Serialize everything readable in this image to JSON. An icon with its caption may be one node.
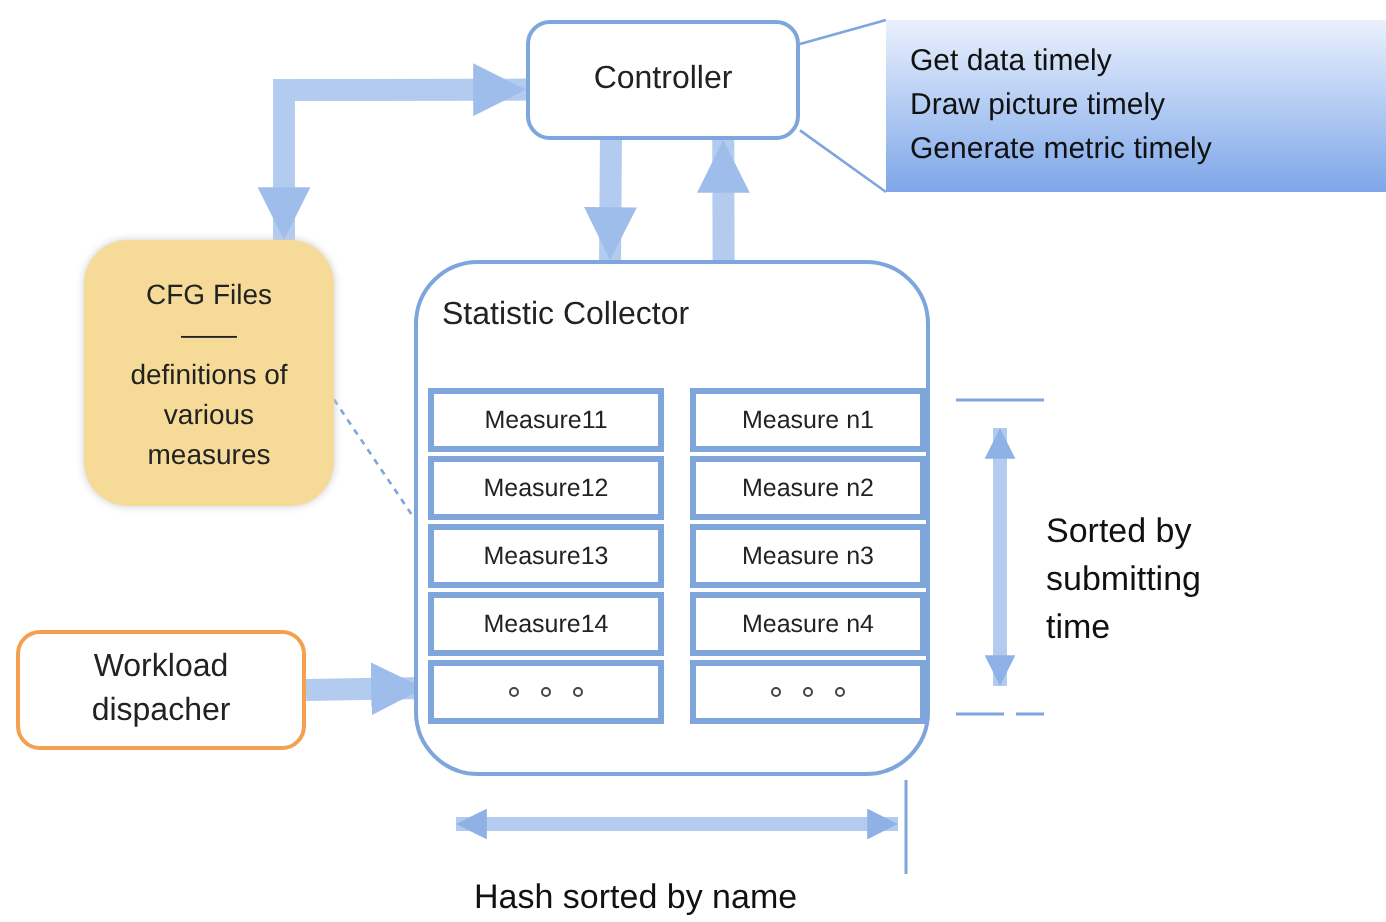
{
  "diagram": {
    "nodes": [
      {
        "text": [
          "Controller"
        ]
      },
      {
        "text": [
          "Get data timely",
          "Draw picture timely",
          "Generate metric timely"
        ]
      },
      {
        "text": [
          "CFG Files",
          "——",
          "definitions of various measures"
        ]
      },
      {
        "text": [
          "Statistic Collector"
        ]
      },
      {
        "text": [
          "Measure11"
        ],
        "in": 3
      },
      {
        "text": [
          "Measure12"
        ],
        "in": 3
      },
      {
        "text": [
          "Measure13"
        ],
        "in": 3
      },
      {
        "text": [
          "Measure14"
        ],
        "in": 3
      },
      {
        "text": [],
        "shape": "box",
        "in": 3
      },
      {
        "text": [
          "Measure n1"
        ],
        "in": 3
      },
      {
        "text": [
          "Measure n2"
        ],
        "in": 3
      },
      {
        "text": [
          "Measure n3"
        ],
        "in": 3
      },
      {
        "text": [
          "Measure n4"
        ],
        "in": 3
      },
      {
        "text": [],
        "shape": "box",
        "in": 3
      },
      {
        "text": [
          "Workload dispacher"
        ]
      }
    ],
    "edges": [
      {
        "from": 2,
        "to": 0,
        "arrow": "both"
      },
      {
        "from": 0,
        "to": 3,
        "arrow": "to"
      },
      {
        "from": 3,
        "to": 0,
        "arrow": "to"
      },
      {
        "from": 14,
        "to": 8,
        "arrow": "to"
      },
      {
        "from": 2,
        "to": 3,
        "arrow": "none",
        "style": "dashed"
      },
      {
        "from": 1,
        "to": 0,
        "arrow": "none"
      },
      {
        "from": 1,
        "to": 0,
        "arrow": "none"
      }
    ],
    "labels": [
      "Sorted by submitting time",
      "Hash sorted by name"
    ]
  }
}
